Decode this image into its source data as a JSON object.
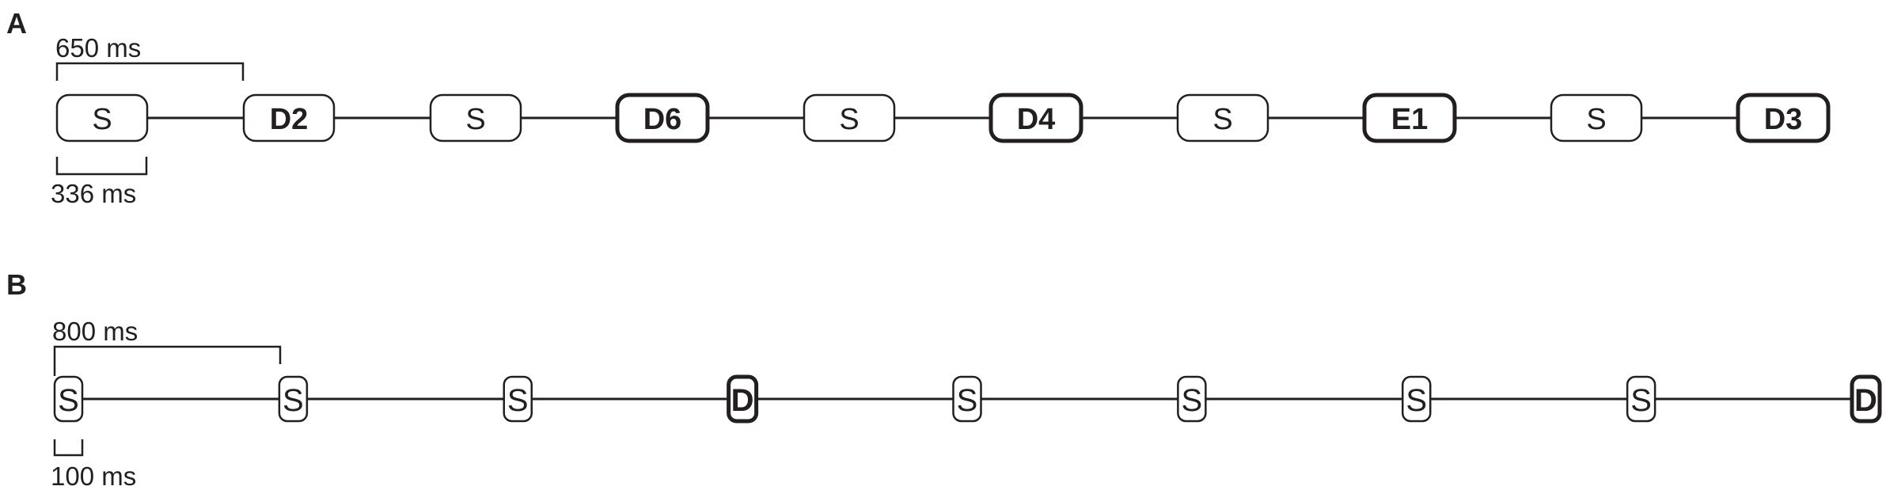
{
  "panel_a": {
    "label": "A",
    "soa_label": "650 ms",
    "duration_label": "336 ms",
    "stimuli": [
      {
        "text": "S",
        "type": "standard"
      },
      {
        "text": "D2",
        "type": "deviant-thin"
      },
      {
        "text": "S",
        "type": "standard"
      },
      {
        "text": "D6",
        "type": "deviant"
      },
      {
        "text": "S",
        "type": "standard"
      },
      {
        "text": "D4",
        "type": "deviant"
      },
      {
        "text": "S",
        "type": "standard"
      },
      {
        "text": "E1",
        "type": "deviant"
      },
      {
        "text": "S",
        "type": "standard"
      },
      {
        "text": "D3",
        "type": "deviant"
      }
    ]
  },
  "panel_b": {
    "label": "B",
    "soa_label": "800 ms",
    "duration_label": "100 ms",
    "stimuli": [
      {
        "text": "S",
        "type": "standard"
      },
      {
        "text": "S",
        "type": "standard"
      },
      {
        "text": "S",
        "type": "standard"
      },
      {
        "text": "D",
        "type": "deviant"
      },
      {
        "text": "S",
        "type": "standard"
      },
      {
        "text": "S",
        "type": "standard"
      },
      {
        "text": "S",
        "type": "standard"
      },
      {
        "text": "S",
        "type": "standard"
      },
      {
        "text": "D",
        "type": "deviant"
      }
    ]
  },
  "colors": {
    "ink": "#231f20",
    "background": "#ffffff"
  }
}
